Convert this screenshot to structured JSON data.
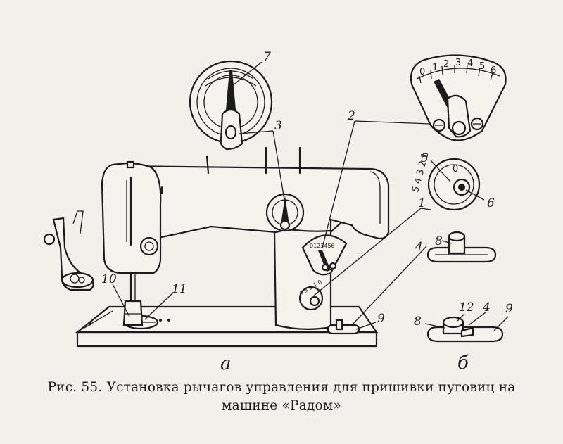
{
  "labels": {
    "n1": "1",
    "n2": "2",
    "n3": "3",
    "n4a": "4",
    "n4b": "4",
    "n5": "5",
    "n6": "6",
    "n7": "7",
    "n8a": "8",
    "n8b": "8",
    "n9a": "9",
    "n9b": "9",
    "n10": "10",
    "n11": "11",
    "n12": "12"
  },
  "part_labels": {
    "a": "а",
    "b": "б"
  },
  "stitch_scale": [
    "0",
    "1",
    "2",
    "3",
    "4",
    "5",
    "6"
  ],
  "small_stitch_scale": "0123456",
  "dial_scale": {
    "zero": "0",
    "side": "5 4 3 2 1"
  },
  "small_dial_scale": "4 3 2 1 0",
  "caption": {
    "line1": "Рис. 55. Установка рычагов управления для пришивки пуговиц на",
    "line2": "машине «Радом»"
  }
}
